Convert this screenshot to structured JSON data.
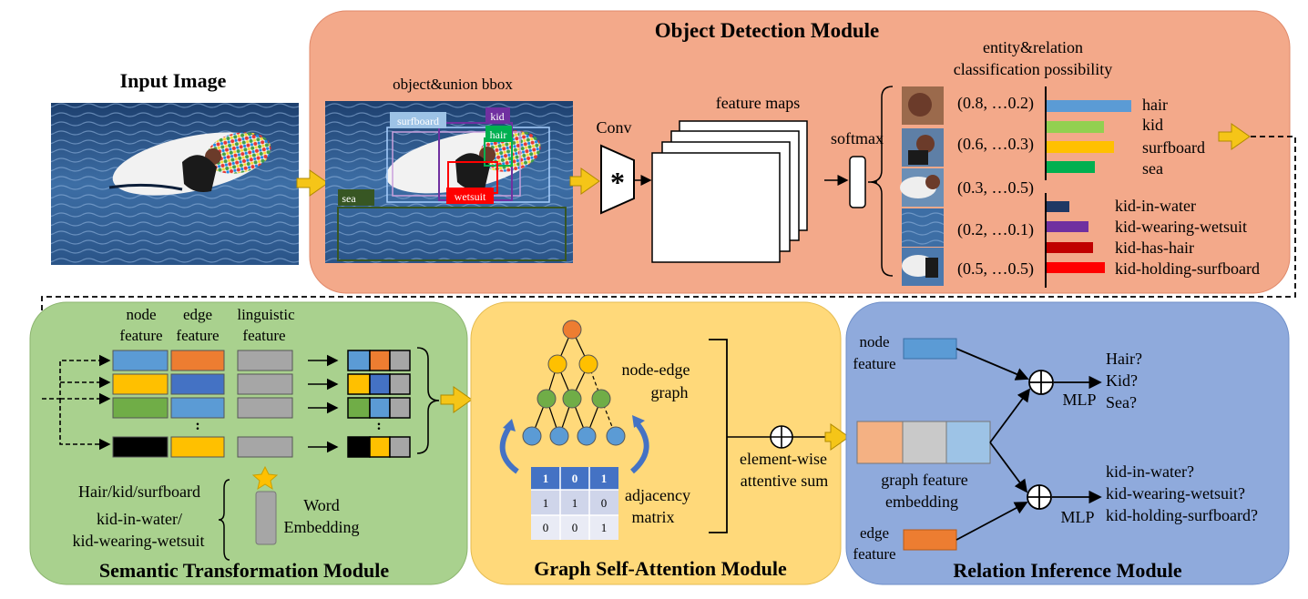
{
  "input": {
    "title": "Input Image"
  },
  "detection": {
    "title": "Object Detection Module",
    "bbox_title": "object&union bbox",
    "labels": {
      "surfboard": "surfboard",
      "kid": "kid",
      "hair": "hair",
      "wetsuit": "wetsuit",
      "sea": "sea"
    },
    "conv": "Conv",
    "conv_symbol": "*",
    "feature_maps": "feature maps",
    "softmax": "softmax",
    "cls_title_1": "entity&relation",
    "cls_title_2": "classification  possibility",
    "probs": [
      "(0.8, …0.2)",
      "(0.6, …0.3)",
      "(0.3, …0.5)",
      "(0.2, …0.1)",
      "(0.5, …0.5)"
    ],
    "entities": [
      "hair",
      "kid",
      "surfboard",
      "sea"
    ],
    "relations": [
      "kid-in-water",
      "kid-wearing-wetsuit",
      "kid-has-hair",
      "kid-holding-surfboard"
    ]
  },
  "semantic": {
    "title": "Semantic Transformation Module",
    "h_node_1": "node",
    "h_node_2": "feature",
    "h_edge_1": "edge",
    "h_edge_2": "feature",
    "h_ling_1": "linguistic",
    "h_ling_2": "feature",
    "dots": ":",
    "words_1": "Hair/kid/surfboard",
    "words_2": "kid-in-water/",
    "words_3": "kid-wearing-wetsuit",
    "we_1": "Word",
    "we_2": "Embedding"
  },
  "graph": {
    "title": "Graph Self-Attention Module",
    "ne_1": "node-edge",
    "ne_2": "graph",
    "adj_1": "adjacency",
    "adj_2": "matrix",
    "matrix": [
      [
        "1",
        "0",
        "1"
      ],
      [
        "1",
        "1",
        "0"
      ],
      [
        "0",
        "0",
        "1"
      ]
    ],
    "sum_1": "element-wise",
    "sum_2": "attentive sum"
  },
  "relation": {
    "title": "Relation Inference Module",
    "node_1": "node",
    "node_2": "feature",
    "edge_1": "edge",
    "edge_2": "feature",
    "gfe_1": "graph feature",
    "gfe_2": "embedding",
    "mlp": "MLP",
    "q_entities": [
      "Hair?",
      "Kid?",
      "Sea?"
    ],
    "q_relations": [
      "kid-in-water?",
      "kid-wearing-wetsuit?",
      "kid-holding-surfboard?"
    ]
  },
  "colors": {
    "detection_bg": "#f3a98a",
    "semantic_bg": "#a9d18e",
    "graph_bg": "#ffd97a",
    "relation_bg": "#8faadc",
    "blue": "#5b9bd5",
    "orange": "#ed7d31",
    "yellow": "#ffc000",
    "green": "#70ad47",
    "gray": "#a6a6a6",
    "red": "#ff0000",
    "navy": "#1f3864",
    "purple": "#7030a0",
    "darkred": "#c00000",
    "bright_green": "#00b050",
    "light_green": "#92d050",
    "arrow_gold": "#f5c518"
  }
}
